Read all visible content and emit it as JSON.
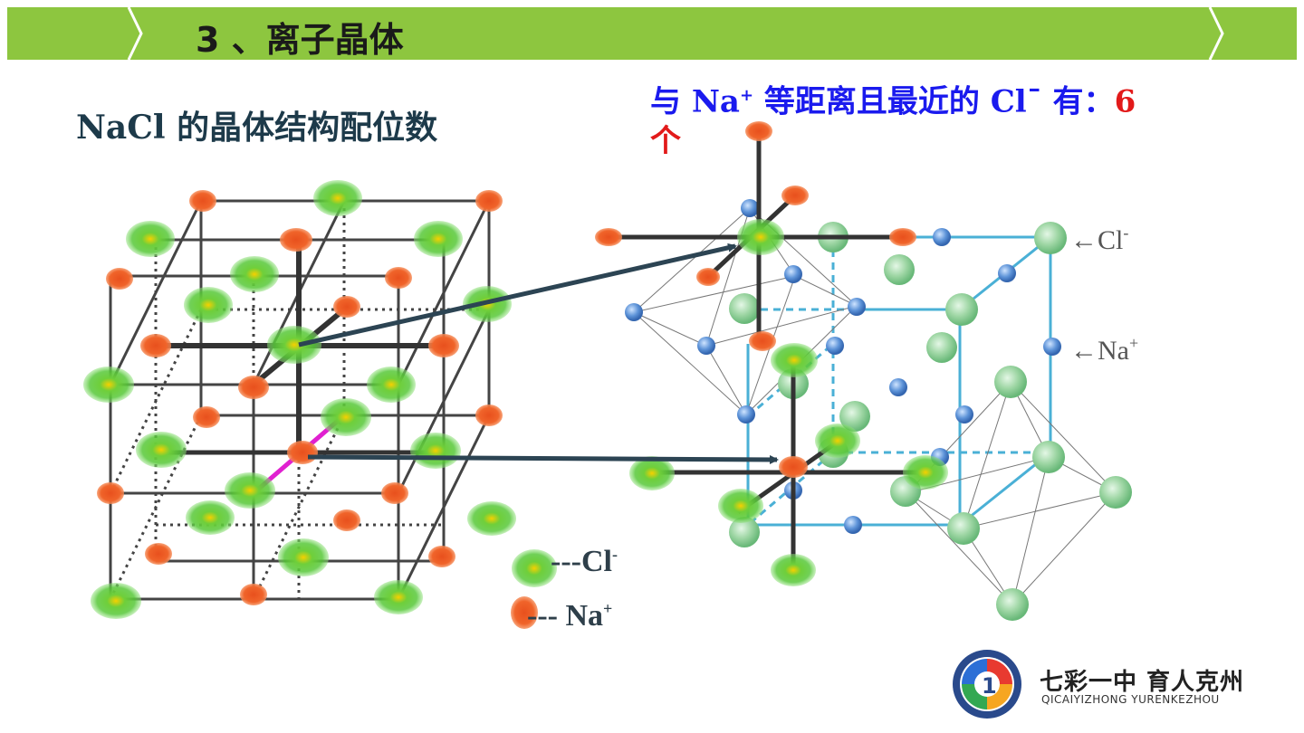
{
  "header": {
    "title": "3 、离子晶体"
  },
  "subtitle": {
    "prefix": "NaCl",
    "rest": " 的晶体结构配位数"
  },
  "note": {
    "text1": "与 ",
    "ion_na": "Na",
    "plus": "+",
    "text2": " 等距离且最近的 ",
    "ion_cl": "Cl",
    "minus": "¯",
    "text3": " 有：",
    "answer": "6",
    "unit": "个"
  },
  "legend": {
    "cl": "---Cl",
    "cl_sup": "-",
    "na": "--- Na",
    "na_sup": "+"
  },
  "diagram_labels": {
    "cl": "←Cl",
    "cl_sup": "-",
    "na": "←Na",
    "na_sup": "+"
  },
  "logo": {
    "name": "七彩一中 育人克州",
    "pinyin": "QICAIYIZHONG YURENKEZHOU",
    "emblem_digit": "1"
  },
  "colors": {
    "banner": "#8dc63f",
    "na_ion": "#f0642a",
    "cl_ion": "#5dd33a",
    "arrow": "#2c4453",
    "title_blue": "#1a1aee",
    "answer_red": "#e21a1a"
  }
}
